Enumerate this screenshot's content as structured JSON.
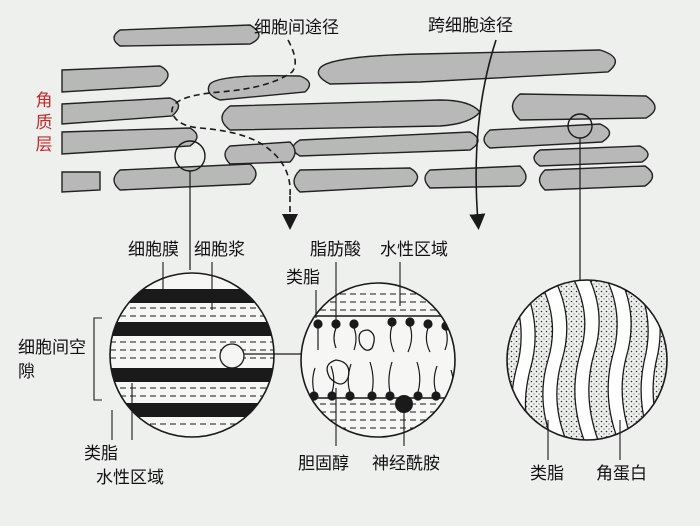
{
  "diagram": {
    "top_labels": {
      "intercellular_route": "细胞间途径",
      "transcellular_route": "跨细胞途径"
    },
    "stratum_corneum": "角质层",
    "left_circle": {
      "membrane": "细胞膜",
      "cytoplasm": "细胞浆",
      "intercellular_space": "细胞间空隙",
      "lipid": "类脂",
      "aqueous_region": "水性区域"
    },
    "middle_circle": {
      "fatty_acid": "脂肪酸",
      "lipid": "类脂",
      "aqueous_region": "水性区域",
      "cholesterol": "胆固醇",
      "ceramide": "神经酰胺"
    },
    "right_circle": {
      "lipid": "类脂",
      "keratin": "角蛋白"
    },
    "colors": {
      "cell_fill": "#b8b8b8",
      "ink": "#1a1a1a",
      "accent_red": "#c42a2a"
    }
  }
}
